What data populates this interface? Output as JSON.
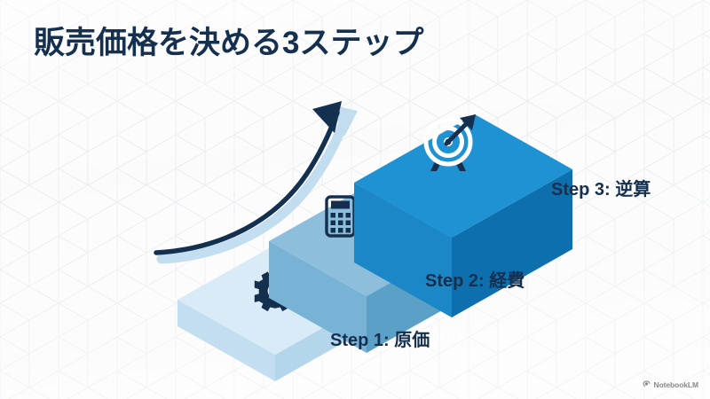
{
  "slide": {
    "title": "販売価格を決める3ステップ",
    "background_color": "#fbfbfb",
    "grid_color": "#e7eaee",
    "title_color": "#15304f"
  },
  "steps": [
    {
      "label": "Step 1: 原価",
      "icon": "gear-icon",
      "top_color": "#d9ebf6",
      "left_color": "#c3def0",
      "right_color": "#b4d6ea",
      "icon_color": "#15304f"
    },
    {
      "label": "Step 2: 経費",
      "icon": "calculator-chart-icon",
      "top_color": "#8dbfdd",
      "left_color": "#78b3d5",
      "right_color": "#5ba0c6",
      "icon_color": "#15304f"
    },
    {
      "label": "Step 3: 逆算",
      "icon": "target-arrow-icon",
      "top_color": "#1f92d3",
      "left_color": "#1b87c7",
      "right_color": "#0d6fae",
      "icon_color": "#ffffff"
    }
  ],
  "arrow": {
    "name": "growth-arrow",
    "color": "#14304f",
    "glow_color": "#bfdcef"
  },
  "watermark": {
    "label": "NotebookLM",
    "color": "#8a8a8a",
    "icon": "notebooklm-icon"
  }
}
